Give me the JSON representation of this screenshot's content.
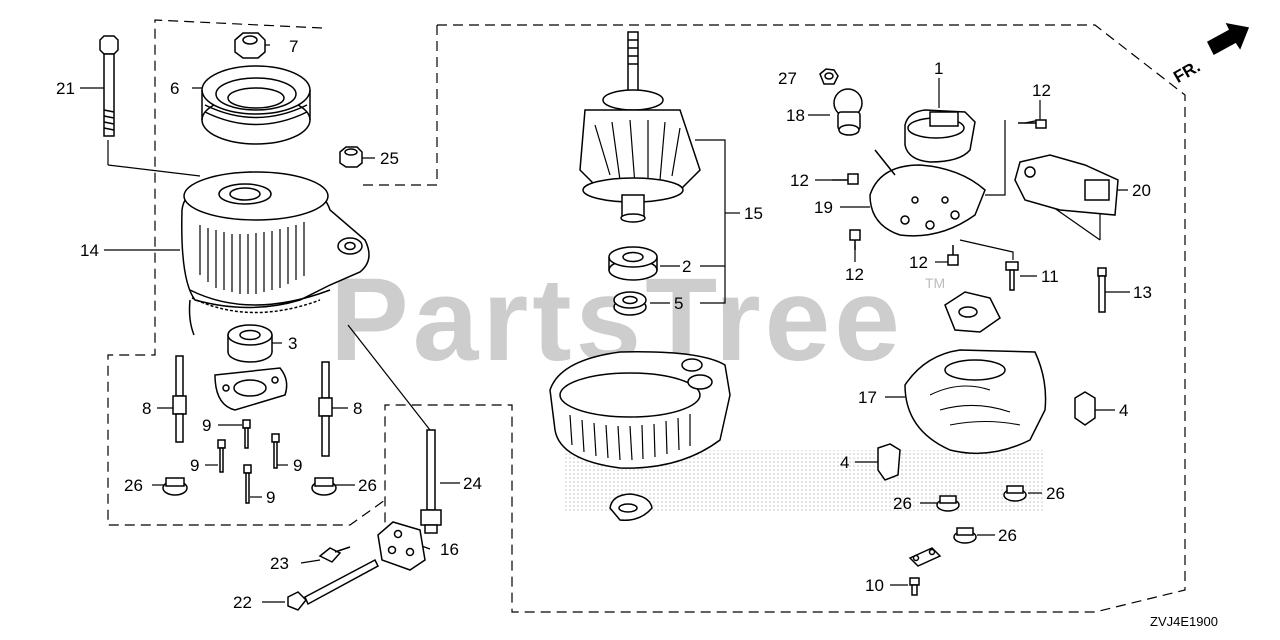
{
  "diagram": {
    "callouts": {
      "c1": "1",
      "c2": "2",
      "c3": "3",
      "c4a": "4",
      "c4b": "4",
      "c5": "5",
      "c6": "6",
      "c7": "7",
      "c8a": "8",
      "c8b": "8",
      "c9a": "9",
      "c9b": "9",
      "c9c": "9",
      "c9d": "9",
      "c10": "10",
      "c11": "11",
      "c12a": "12",
      "c12b": "12",
      "c12c": "12",
      "c12d": "12",
      "c13": "13",
      "c14": "14",
      "c15": "15",
      "c16": "16",
      "c17": "17",
      "c18": "18",
      "c19": "19",
      "c20": "20",
      "c21": "21",
      "c22": "22",
      "c23": "23",
      "c24": "24",
      "c25": "25",
      "c26a": "26",
      "c26b": "26",
      "c26c": "26",
      "c26d": "26",
      "c26e": "26",
      "c27": "27"
    },
    "front_marker": "FR.",
    "diagram_code": "ZVJ4E1900",
    "watermark": "PartsTree",
    "trademark": "TM"
  }
}
